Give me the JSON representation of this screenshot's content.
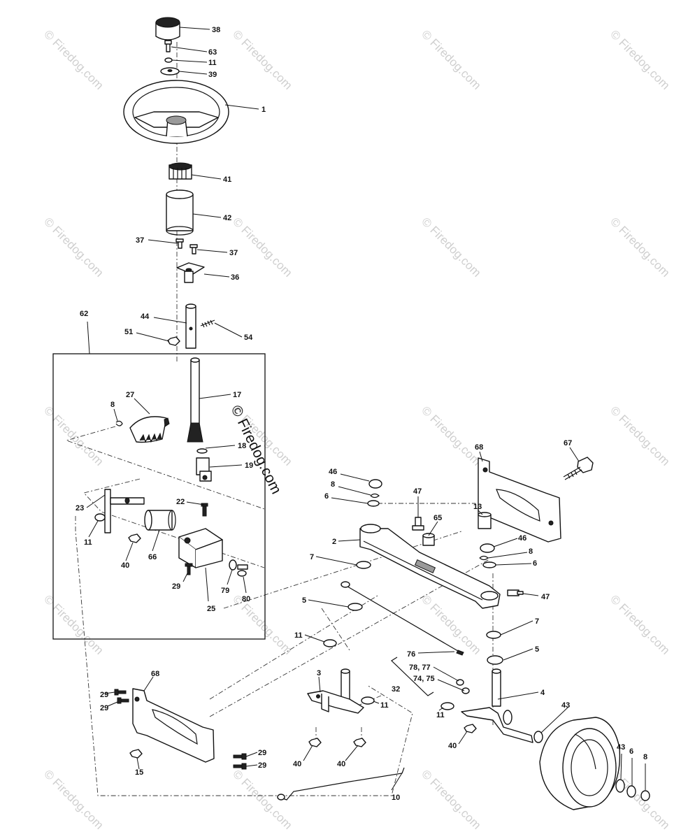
{
  "watermark": {
    "text": "© Firedog.com",
    "center_text": "© Firedog.com"
  },
  "callouts": [
    {
      "id": "c38",
      "text": "38"
    },
    {
      "id": "c63",
      "text": "63"
    },
    {
      "id": "c11a",
      "text": "11"
    },
    {
      "id": "c39",
      "text": "39"
    },
    {
      "id": "c1",
      "text": "1"
    },
    {
      "id": "c41",
      "text": "41"
    },
    {
      "id": "c42",
      "text": "42"
    },
    {
      "id": "c37a",
      "text": "37"
    },
    {
      "id": "c37b",
      "text": "37"
    },
    {
      "id": "c36",
      "text": "36"
    },
    {
      "id": "c62",
      "text": "62"
    },
    {
      "id": "c44",
      "text": "44"
    },
    {
      "id": "c51",
      "text": "51"
    },
    {
      "id": "c54",
      "text": "54"
    },
    {
      "id": "c17",
      "text": "17"
    },
    {
      "id": "c27",
      "text": "27"
    },
    {
      "id": "c8a",
      "text": "8"
    },
    {
      "id": "c18",
      "text": "18"
    },
    {
      "id": "c19",
      "text": "19"
    },
    {
      "id": "c22",
      "text": "22"
    },
    {
      "id": "c23",
      "text": "23"
    },
    {
      "id": "c11b",
      "text": "11"
    },
    {
      "id": "c40a",
      "text": "40"
    },
    {
      "id": "c66",
      "text": "66"
    },
    {
      "id": "c29a",
      "text": "29"
    },
    {
      "id": "c79",
      "text": "79"
    },
    {
      "id": "c80",
      "text": "80"
    },
    {
      "id": "c25",
      "text": "25"
    },
    {
      "id": "c68a",
      "text": "68"
    },
    {
      "id": "c67",
      "text": "67"
    },
    {
      "id": "c46a",
      "text": "46"
    },
    {
      "id": "c8b",
      "text": "8"
    },
    {
      "id": "c6a",
      "text": "6"
    },
    {
      "id": "c47a",
      "text": "47"
    },
    {
      "id": "c65",
      "text": "65"
    },
    {
      "id": "c13",
      "text": "13"
    },
    {
      "id": "c2",
      "text": "2"
    },
    {
      "id": "c46b",
      "text": "46"
    },
    {
      "id": "c8c",
      "text": "8"
    },
    {
      "id": "c6b",
      "text": "6"
    },
    {
      "id": "c7a",
      "text": "7"
    },
    {
      "id": "c47b",
      "text": "47"
    },
    {
      "id": "c5a",
      "text": "5"
    },
    {
      "id": "c7b",
      "text": "7"
    },
    {
      "id": "c11c",
      "text": "11"
    },
    {
      "id": "c76",
      "text": "76"
    },
    {
      "id": "c5b",
      "text": "5"
    },
    {
      "id": "c7877",
      "text": "78, 77"
    },
    {
      "id": "c7475",
      "text": "74, 75"
    },
    {
      "id": "c3",
      "text": "3"
    },
    {
      "id": "c32",
      "text": "32"
    },
    {
      "id": "c11d",
      "text": "11"
    },
    {
      "id": "c4",
      "text": "4"
    },
    {
      "id": "c11e",
      "text": "11"
    },
    {
      "id": "c43a",
      "text": "43"
    },
    {
      "id": "c68b",
      "text": "68"
    },
    {
      "id": "c29b",
      "text": "29"
    },
    {
      "id": "c29c",
      "text": "29"
    },
    {
      "id": "c40b",
      "text": "40"
    },
    {
      "id": "c40c",
      "text": "40"
    },
    {
      "id": "c40d",
      "text": "40"
    },
    {
      "id": "c29d",
      "text": "29"
    },
    {
      "id": "c29e",
      "text": "29"
    },
    {
      "id": "c15",
      "text": "15"
    },
    {
      "id": "c43b",
      "text": "43"
    },
    {
      "id": "c6c",
      "text": "6"
    },
    {
      "id": "c8d",
      "text": "8"
    },
    {
      "id": "c10",
      "text": "10"
    }
  ]
}
